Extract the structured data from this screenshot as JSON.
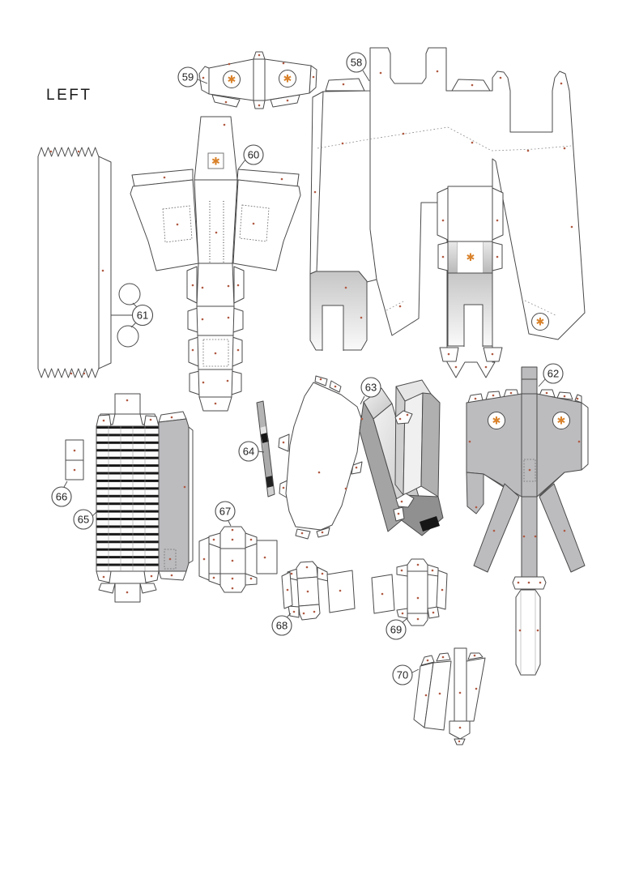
{
  "page": {
    "title": "LEFT"
  },
  "symbols": {
    "asterisk": "✱"
  },
  "colors": {
    "paper": "#ffffff",
    "line": "#4a4a4a",
    "fold": "#8b8b8b",
    "accent": "#d9822b",
    "dot": "#b05a42",
    "gray": "#bcbcbf",
    "dark": "#1b1b1b"
  },
  "parts": {
    "58": {
      "label": "58"
    },
    "59": {
      "label": "59"
    },
    "60": {
      "label": "60"
    },
    "61": {
      "label": "61"
    },
    "62": {
      "label": "62"
    },
    "63": {
      "label": "63"
    },
    "64": {
      "label": "64"
    },
    "65": {
      "label": "65"
    },
    "66": {
      "label": "66"
    },
    "67": {
      "label": "67"
    },
    "68": {
      "label": "68"
    },
    "69": {
      "label": "69"
    },
    "70": {
      "label": "70"
    }
  }
}
